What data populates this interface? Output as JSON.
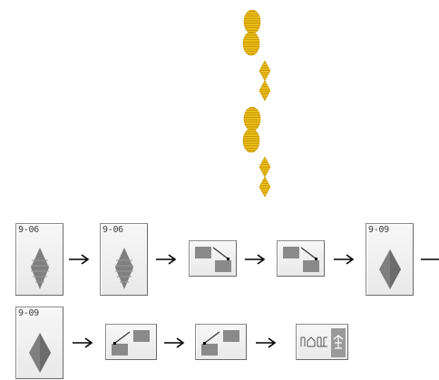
{
  "colors": {
    "stitch_gold": "#e8b80f",
    "stitch_gold_dark": "#b88a00",
    "pattern_gray": "#7f7f7f",
    "tile_border": "#8a8a8a"
  },
  "sequence_row_1": [
    {
      "type": "pattern",
      "code": "9-06",
      "icon": "elongated-diamond-pattern-icon"
    },
    {
      "type": "arrow",
      "icon": "right-arrow-icon"
    },
    {
      "type": "pattern",
      "code": "9-06",
      "icon": "elongated-diamond-pattern-icon"
    },
    {
      "type": "arrow",
      "icon": "right-arrow-icon"
    },
    {
      "type": "key",
      "icon": "mirror-down-key-icon"
    },
    {
      "type": "arrow",
      "icon": "right-arrow-icon"
    },
    {
      "type": "key",
      "icon": "mirror-down-key-icon"
    },
    {
      "type": "arrow",
      "icon": "right-arrow-icon"
    },
    {
      "type": "pattern",
      "code": "9-09",
      "icon": "diamond-pattern-icon"
    },
    {
      "type": "arrow",
      "icon": "right-arrow-icon"
    }
  ],
  "sequence_row_2": [
    {
      "type": "pattern",
      "code": "9-09",
      "icon": "diamond-pattern-icon"
    },
    {
      "type": "arrow",
      "icon": "right-arrow-icon"
    },
    {
      "type": "key",
      "icon": "mirror-up-key-icon"
    },
    {
      "type": "arrow",
      "icon": "right-arrow-icon"
    },
    {
      "type": "key",
      "icon": "mirror-up-key-icon"
    },
    {
      "type": "arrow",
      "icon": "right-arrow-icon"
    },
    {
      "type": "key",
      "icon": "repeat-stitch-key-icon"
    }
  ]
}
